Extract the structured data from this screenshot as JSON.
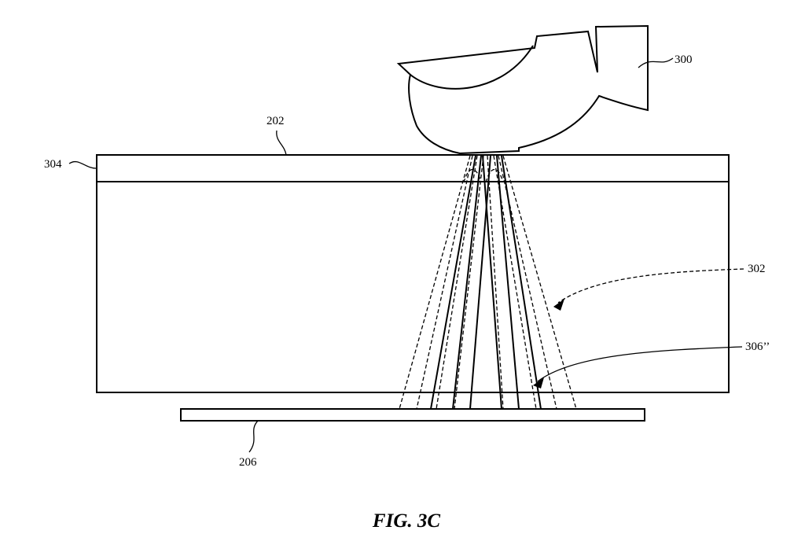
{
  "figure": {
    "caption": "FIG. 3C",
    "labels": {
      "finger": "300",
      "cover_layer": "202",
      "top_layer": "304",
      "light_rays": "302",
      "reflected_rays": "306’’",
      "sensor": "206"
    }
  },
  "colors": {
    "ink": "#000000",
    "paper": "#ffffff"
  }
}
